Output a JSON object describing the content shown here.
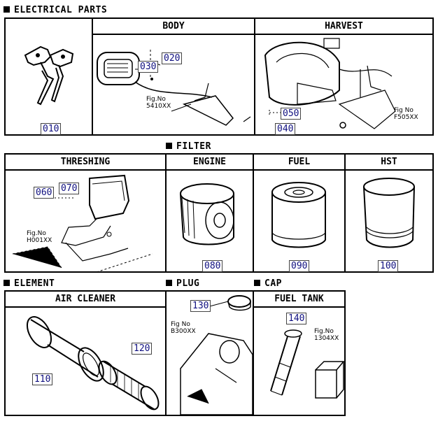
{
  "sections": {
    "electrical": "ELECTRICAL PARTS",
    "filter": "FILTER",
    "element": "ELEMENT",
    "plug": "PLUG",
    "cap": "CAP"
  },
  "panels": {
    "body": "BODY",
    "harvest": "HARVEST",
    "threshing": "THRESHING",
    "engine": "ENGINE",
    "fuel": "FUEL",
    "hst": "HST",
    "air_cleaner": "AIR CLEANER",
    "fuel_tank": "FUEL TANK"
  },
  "parts": {
    "p010": "010",
    "p020": "020",
    "p030": "030",
    "p040": "040",
    "p050": "050",
    "p060": "060",
    "p070": "070",
    "p080": "080",
    "p090": "090",
    "p100": "100",
    "p110": "110",
    "p120": "120",
    "p130": "130",
    "p140": "140"
  },
  "refs": {
    "body": [
      "Fig.No",
      "5410XX"
    ],
    "harvest": [
      "Fig No",
      "F505XX"
    ],
    "threshing": [
      "Fig.No",
      "H001XX"
    ],
    "plug": [
      "Fig No",
      "B300XX"
    ],
    "fuel_tank": [
      "Fig.No",
      "1304XX"
    ]
  }
}
